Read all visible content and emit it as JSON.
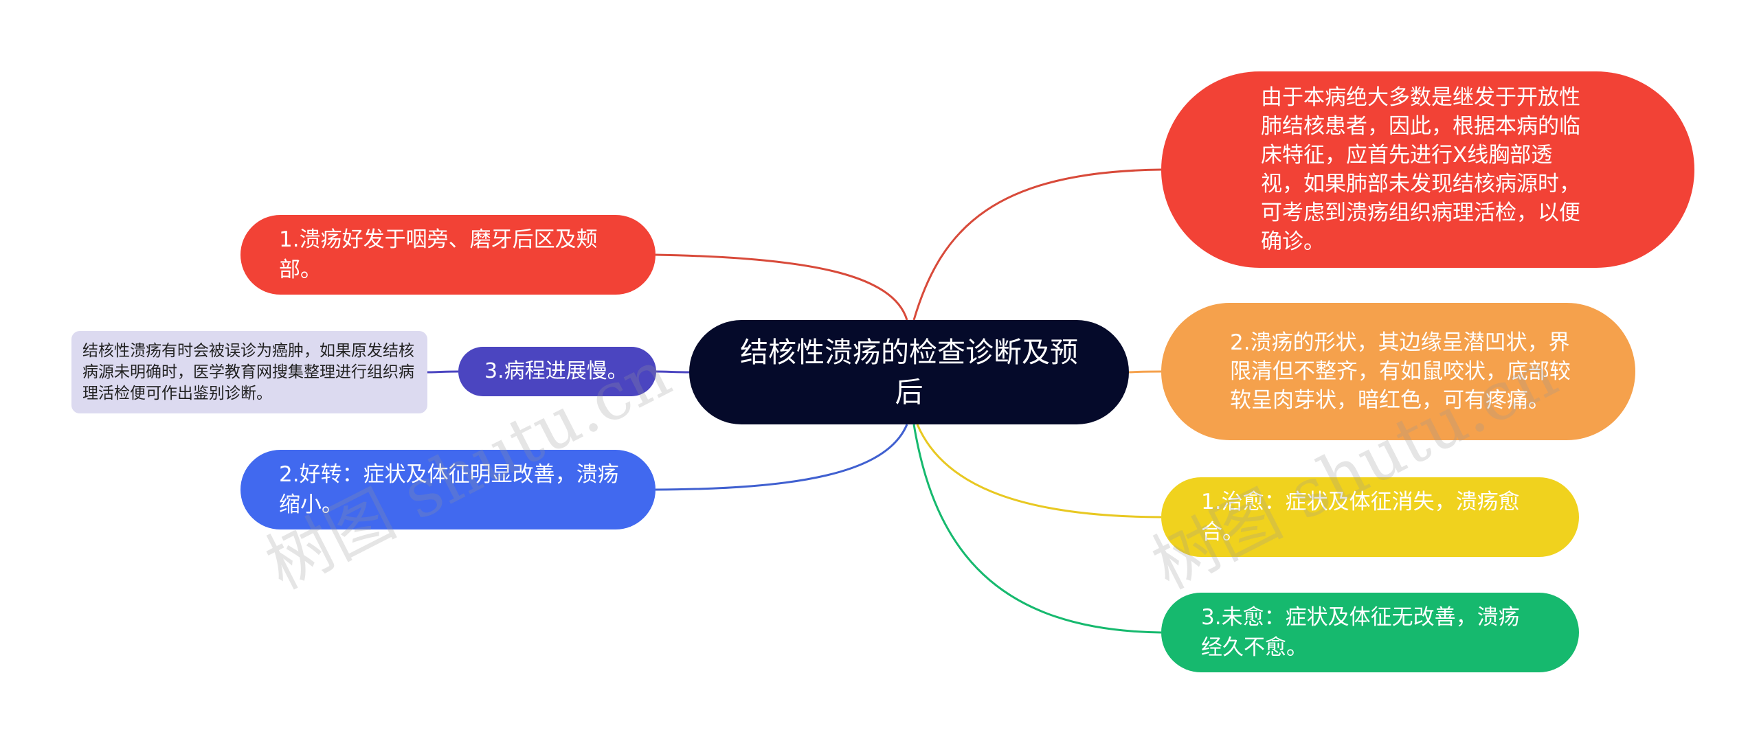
{
  "root": {
    "label": "结核性溃疡的检查诊断及预后"
  },
  "left_branches": [
    {
      "label": "1.溃疡好发于咽旁、磨牙后区及颊部。",
      "color": "#f24236"
    },
    {
      "label": "3.病程进展慢。",
      "color": "#4b45c0"
    },
    {
      "label": "2.好转：症状及体征明显改善，溃疡缩小。",
      "color": "#4169ef"
    }
  ],
  "note": {
    "label": "结核性溃疡有时会被误诊为癌肿，如果原发结核病源未明确时，医学教育网搜集整理进行组织病理活检便可作出鉴别诊断。"
  },
  "right_branches": [
    {
      "label": "由于本病绝大多数是继发于开放性肺结核患者，因此，根据本病的临床特征，应首先进行X线胸部透视，如果肺部未发现结核病源时，可考虑到溃疡组织病理活检，以便确诊。",
      "color": "#f24236"
    },
    {
      "label": "2.溃疡的形状，其边缘呈潜凹状，界限清但不整齐，有如鼠咬状，底部较软呈肉芽状，暗红色，可有疼痛。",
      "color": "#f5a14c"
    },
    {
      "label": "1.治愈：症状及体征消失，溃疡愈合。",
      "color": "#f0d21e"
    },
    {
      "label": "3.未愈：症状及体征无改善，溃疡经久不愈。",
      "color": "#16b96e"
    }
  ],
  "watermark": {
    "text": "树图 shutu.cn"
  }
}
